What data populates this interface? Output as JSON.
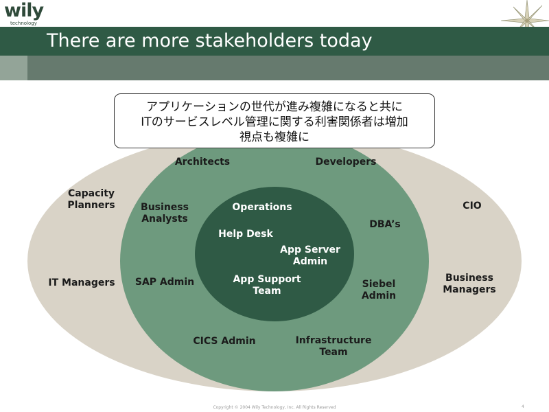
{
  "logo": {
    "word": "wily",
    "sub": "technology"
  },
  "slide": {
    "title": "There are more stakeholders today"
  },
  "callout": {
    "text": "アプリケーションの世代が進み複雑になると共に\nITのサービスレベル管理に関する利害関係者は増加\n視点も複雑に"
  },
  "rings": {
    "outer": {
      "color": "#d9d3c7",
      "labels": [
        "Capacity\nPlanners",
        "CIO",
        "IT Managers",
        "Business\nManagers"
      ]
    },
    "middle": {
      "color": "#6e9a7e",
      "labels": [
        "Architects",
        "Developers",
        "Business\nAnalysts",
        "DBA’s",
        "SAP Admin",
        "Siebel\nAdmin",
        "CICS Admin",
        "Infrastructure\nTeam"
      ]
    },
    "inner": {
      "color": "#2f5a45",
      "labels": [
        "Operations",
        "Help Desk",
        "App Server\nAdmin",
        "App Support\nTeam"
      ]
    }
  },
  "footer": {
    "copyright": "Copyright © 2004 Wily Technology, Inc. All Rights Reserved",
    "page": "4"
  }
}
